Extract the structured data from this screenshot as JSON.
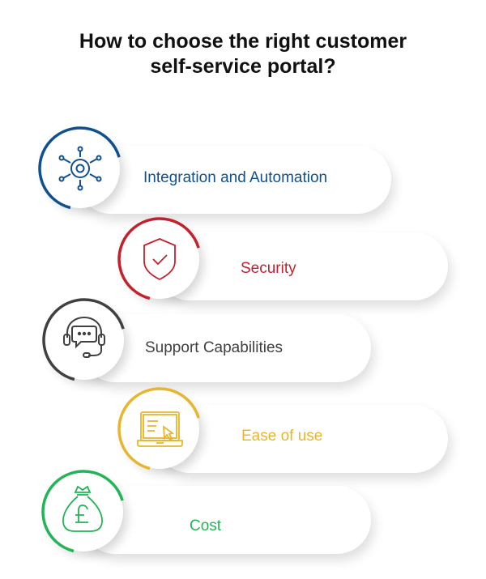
{
  "title_line1": "How to choose the right customer",
  "title_line2": "self-service portal?",
  "items": [
    {
      "label": "Integration and Automation",
      "color": "#11508f",
      "icon": "integration-gear-icon"
    },
    {
      "label": "Security",
      "color": "#c4212e",
      "icon": "shield-check-icon"
    },
    {
      "label": "Support Capabilities",
      "color": "#404040",
      "icon": "headset-chat-icon"
    },
    {
      "label": "Ease of use",
      "color": "#e8b52e",
      "icon": "laptop-cursor-icon"
    },
    {
      "label": "Cost",
      "color": "#23b457",
      "icon": "money-bag-pound-icon"
    }
  ]
}
